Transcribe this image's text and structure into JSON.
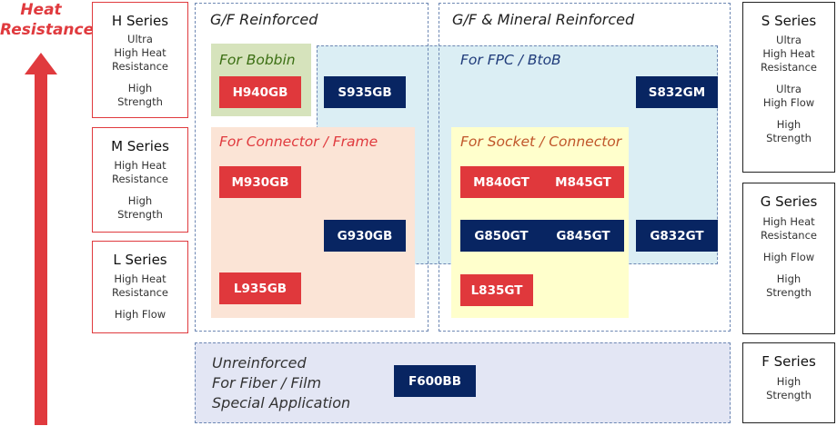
{
  "axis": {
    "title_line1": "Heat",
    "title_line2": "Resistance",
    "arrow_color": "#e03a3e"
  },
  "left_series": [
    {
      "name": "H Series",
      "lines": [
        "Ultra",
        "High Heat",
        "Resistance",
        "",
        "High",
        "Strength"
      ]
    },
    {
      "name": "M Series",
      "lines": [
        "High Heat",
        "Resistance",
        "",
        "High",
        "Strength"
      ]
    },
    {
      "name": "L Series",
      "lines": [
        "High Heat",
        "Resistance",
        "",
        "High Flow"
      ]
    }
  ],
  "right_series": [
    {
      "name": "S Series",
      "lines": [
        "Ultra",
        "High Heat",
        "Resistance",
        "",
        "Ultra",
        "High Flow",
        "",
        "High",
        "Strength"
      ]
    },
    {
      "name": "G Series",
      "lines": [
        "High Heat",
        "Resistance",
        "",
        "High Flow",
        "",
        "High",
        "Strength"
      ]
    },
    {
      "name": "F Series",
      "lines": [
        "High",
        "Strength"
      ]
    }
  ],
  "groups": {
    "gf_reinforced": "G/F Reinforced",
    "gf_mineral": "G/F & Mineral Reinforced",
    "unreinforced": [
      "Unreinforced",
      "For Fiber / Film",
      "Special Application"
    ]
  },
  "regions": {
    "bobbin": {
      "title": "For Bobbin",
      "bg": "#d6e3bc",
      "color": "#3a6e12"
    },
    "fpc": {
      "title": "For FPC / BtoB",
      "bg": "#dbeef4",
      "color": "#1f3b7a"
    },
    "connector": {
      "title": "For Connector / Frame",
      "bg": "#fbe4d6",
      "color": "#e03a3e"
    },
    "socket": {
      "title": "For Socket / Connector",
      "bg": "#ffffcc",
      "color": "#c0562a"
    },
    "unreinforced": {
      "bg": "#e3e6f4"
    }
  },
  "chips": {
    "H940GB": "H940GB",
    "S935GB": "S935GB",
    "S832GM": "S832GM",
    "M930GB": "M930GB",
    "G930GB": "G930GB",
    "L935GB": "L935GB",
    "M840GT": "M840GT",
    "M845GT": "M845GT",
    "G850GT": "G850GT",
    "G845GT": "G845GT",
    "G832GT": "G832GT",
    "L835GT": "L835GT",
    "F600BB": "F600BB"
  },
  "colors": {
    "red": "#e0383c",
    "navy": "#082562",
    "dash": "#6d87b3"
  }
}
